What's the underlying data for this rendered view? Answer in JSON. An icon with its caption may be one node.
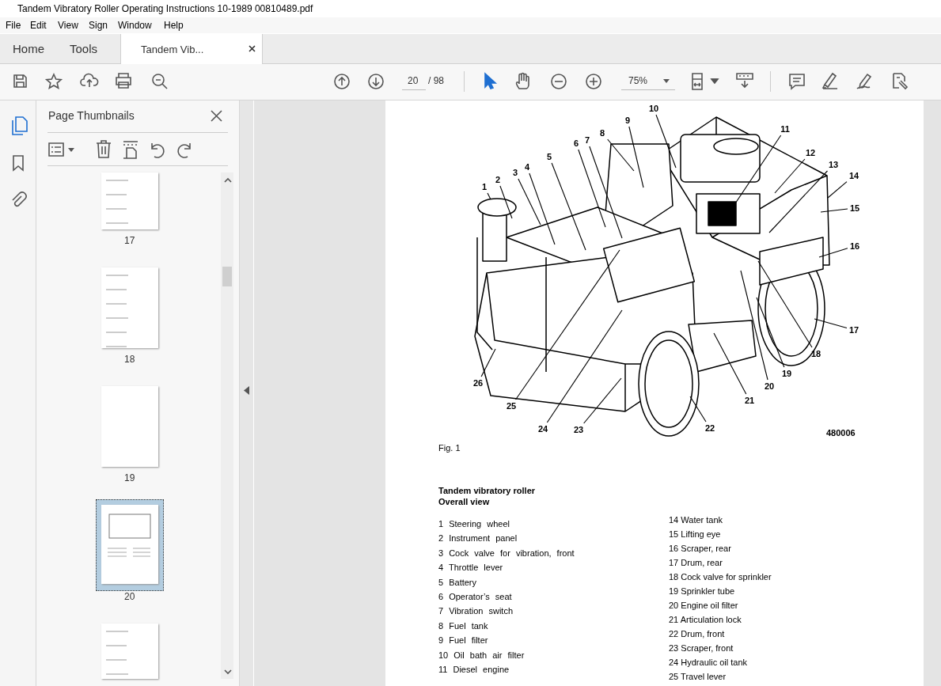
{
  "diagram": {
    "nodes": [
      {
        "text": [
          "1"
        ]
      },
      {
        "text": [
          "2"
        ]
      },
      {
        "text": [
          "3"
        ]
      },
      {
        "text": [
          "4"
        ]
      },
      {
        "text": [
          "5"
        ]
      },
      {
        "text": [
          "6"
        ]
      },
      {
        "text": [
          "7"
        ]
      },
      {
        "text": [
          "8"
        ]
      },
      {
        "text": [
          "9"
        ]
      },
      {
        "text": [
          "10"
        ]
      },
      {
        "text": [
          "11"
        ]
      },
      {
        "text": [
          "12"
        ]
      },
      {
        "text": [
          "13"
        ]
      },
      {
        "text": [
          "14"
        ]
      },
      {
        "text": [
          "15"
        ]
      },
      {
        "text": [
          "16"
        ]
      },
      {
        "text": [
          "17"
        ]
      },
      {
        "text": [
          "18"
        ]
      },
      {
        "text": [
          "19"
        ]
      },
      {
        "text": [
          "20"
        ]
      },
      {
        "text": [
          "21"
        ]
      },
      {
        "text": [
          "22"
        ]
      },
      {
        "text": [
          "23"
        ]
      },
      {
        "text": [
          "24"
        ]
      },
      {
        "text": [
          "25"
        ]
      },
      {
        "text": [
          "26"
        ]
      }
    ],
    "edges": [
      {
        "from": 0,
        "to": null,
        "arrow": "none"
      },
      {
        "from": 1,
        "to": null,
        "arrow": "none"
      },
      {
        "from": 2,
        "to": null,
        "arrow": "none"
      },
      {
        "from": 3,
        "to": null,
        "arrow": "none"
      },
      {
        "from": 4,
        "to": null,
        "arrow": "none"
      },
      {
        "from": 5,
        "to": null,
        "arrow": "none"
      },
      {
        "from": 6,
        "to": null,
        "arrow": "none"
      },
      {
        "from": 7,
        "to": null,
        "arrow": "none"
      },
      {
        "from": 8,
        "to": null,
        "arrow": "none"
      },
      {
        "from": 9,
        "to": null,
        "arrow": "none"
      },
      {
        "from": 10,
        "to": null,
        "arrow": "none"
      },
      {
        "from": 11,
        "to": null,
        "arrow": "none"
      },
      {
        "from": 12,
        "to": null,
        "arrow": "none"
      },
      {
        "from": 13,
        "to": null,
        "arrow": "none"
      },
      {
        "from": 14,
        "to": null,
        "arrow": "none"
      },
      {
        "from": 15,
        "to": null,
        "arrow": "none"
      },
      {
        "from": 16,
        "to": null,
        "arrow": "none"
      },
      {
        "from": 17,
        "to": null,
        "arrow": "none"
      },
      {
        "from": 18,
        "to": null,
        "arrow": "none"
      },
      {
        "from": 19,
        "to": null,
        "arrow": "none"
      },
      {
        "from": 20,
        "to": null,
        "arrow": "none"
      },
      {
        "from": 21,
        "to": null,
        "arrow": "none"
      },
      {
        "from": 22,
        "to": null,
        "arrow": "none"
      },
      {
        "from": 23,
        "to": null,
        "arrow": "none"
      },
      {
        "from": 24,
        "to": null,
        "arrow": "none"
      },
      {
        "from": 25,
        "to": null,
        "arrow": "none"
      }
    ],
    "labels": [
      "Tandem Vibratory Roller Operating Instructions 10-1989 00810489.pdf",
      "File",
      "Edit",
      "View",
      "Sign",
      "Window",
      "Help",
      "Home",
      "Tools",
      "Tandem Vib...",
      "20",
      "/ 98",
      "75%",
      "Page Thumbnails",
      "17",
      "18",
      "19",
      "20",
      "480006",
      "Fig. 1",
      "Tandem vibratory roller",
      "Overall view",
      "1 Steering wheel",
      "2 Instrument panel",
      "3 Cock valve for vibration, front",
      "4 Throttle lever",
      "5 Battery",
      "6 Operator’s seat",
      "7 Vibration switch",
      "8 Fuel tank",
      "9 Fuel filter",
      "10 Oil bath air filter",
      "11 Diesel engine",
      "14 Water tank",
      "15 Lifting eye",
      "16 Scraper, rear",
      "17 Drum, rear",
      "18 Cock valve for sprinkler",
      "19 Sprinkler tube",
      "20 Engine oil filter",
      "21 Articulation lock",
      "22 Drum, front",
      "23 Scraper, front",
      "24 Hydraulic oil tank",
      "25 Travel lever"
    ]
  }
}
